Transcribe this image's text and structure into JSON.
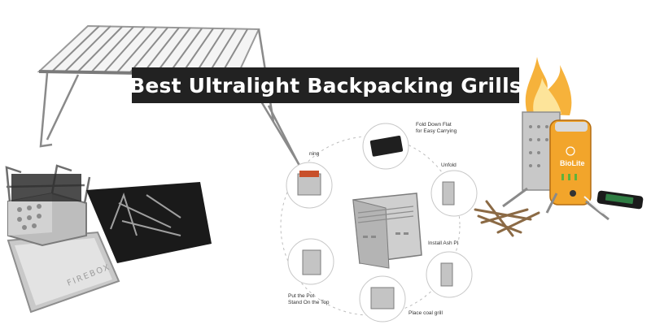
{
  "banner": {
    "title": "Best Ultralight Backpacking Grills",
    "background": "#222222",
    "text_color": "#ffffff"
  },
  "products": {
    "folding_rack": {
      "icon": "folding-grill-rack-icon"
    },
    "firebox_stove": {
      "icon": "firebox-stove-icon",
      "brand_text": "FIREBOX"
    },
    "assembly_diagram": {
      "icon": "assembly-diagram-icon",
      "steps": [
        {
          "label": "Fold Down Flat\nfor Easy Carrying"
        },
        {
          "label": "Unfold"
        },
        {
          "label": "Install Ash Pl"
        },
        {
          "label": "Place coal grill"
        },
        {
          "label": "Put the Pot\nStand On the Top"
        },
        {
          "label": "ning"
        }
      ]
    },
    "biolite_stove": {
      "icon": "biolite-campstove-icon",
      "brand_text": "BioLite",
      "accent": "#f2a52b"
    }
  }
}
